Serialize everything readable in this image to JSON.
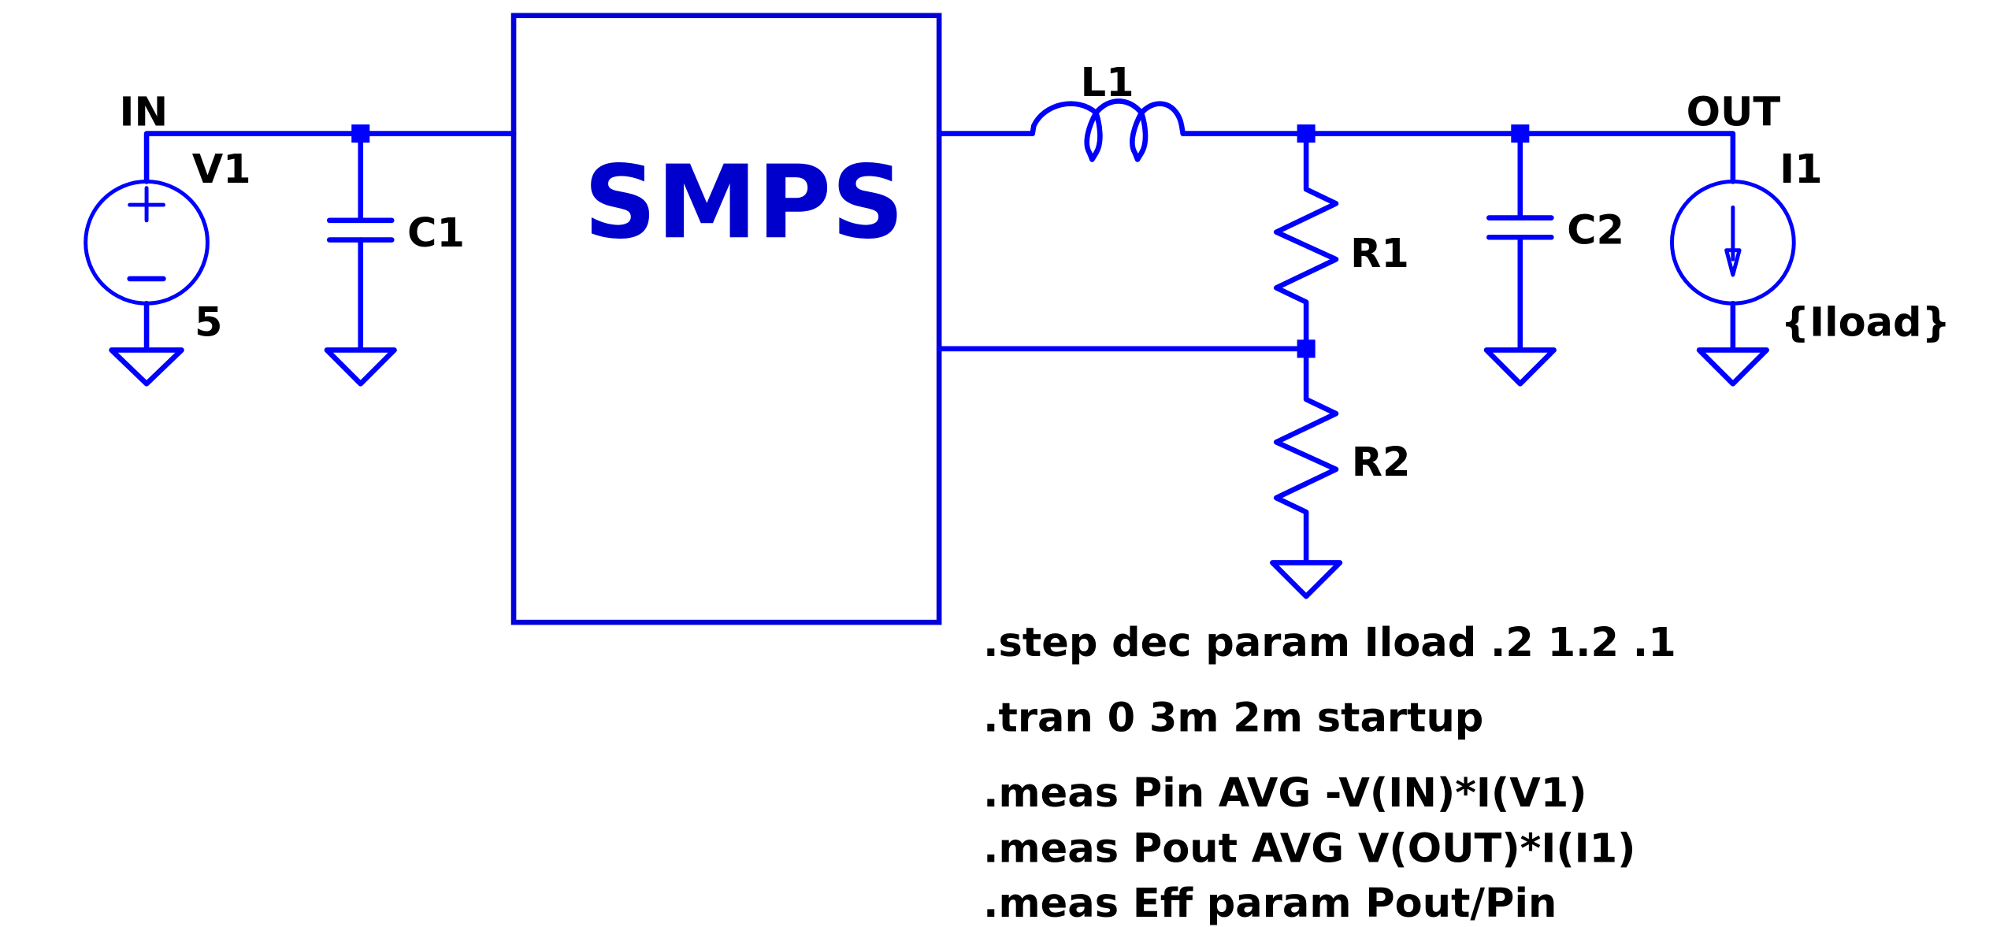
{
  "schematic": {
    "title": "SMPS efficiency test bench",
    "block": {
      "label": "SMPS"
    },
    "nets": {
      "input": "IN",
      "output": "OUT"
    },
    "components": {
      "V1": {
        "ref": "V1",
        "value": "5",
        "type": "voltage-source"
      },
      "C1": {
        "ref": "C1",
        "type": "capacitor"
      },
      "L1": {
        "ref": "L1",
        "type": "inductor"
      },
      "R1": {
        "ref": "R1",
        "type": "resistor"
      },
      "R2": {
        "ref": "R2",
        "type": "resistor"
      },
      "C2": {
        "ref": "C2",
        "type": "capacitor"
      },
      "I1": {
        "ref": "I1",
        "value": "{Iload}",
        "type": "current-source"
      }
    },
    "directives": [
      ".step dec param Iload .2 1.2 .1",
      ".tran 0 3m 2m startup",
      ".meas Pin AVG -V(IN)*I(V1)",
      ".meas Pout AVG V(OUT)*I(I1)",
      ".meas Eff param Pout/Pin"
    ],
    "colors": {
      "wire": "#0000ff",
      "block_text": "#0000cc",
      "label_text": "#000000",
      "background": "#ffffff"
    }
  }
}
